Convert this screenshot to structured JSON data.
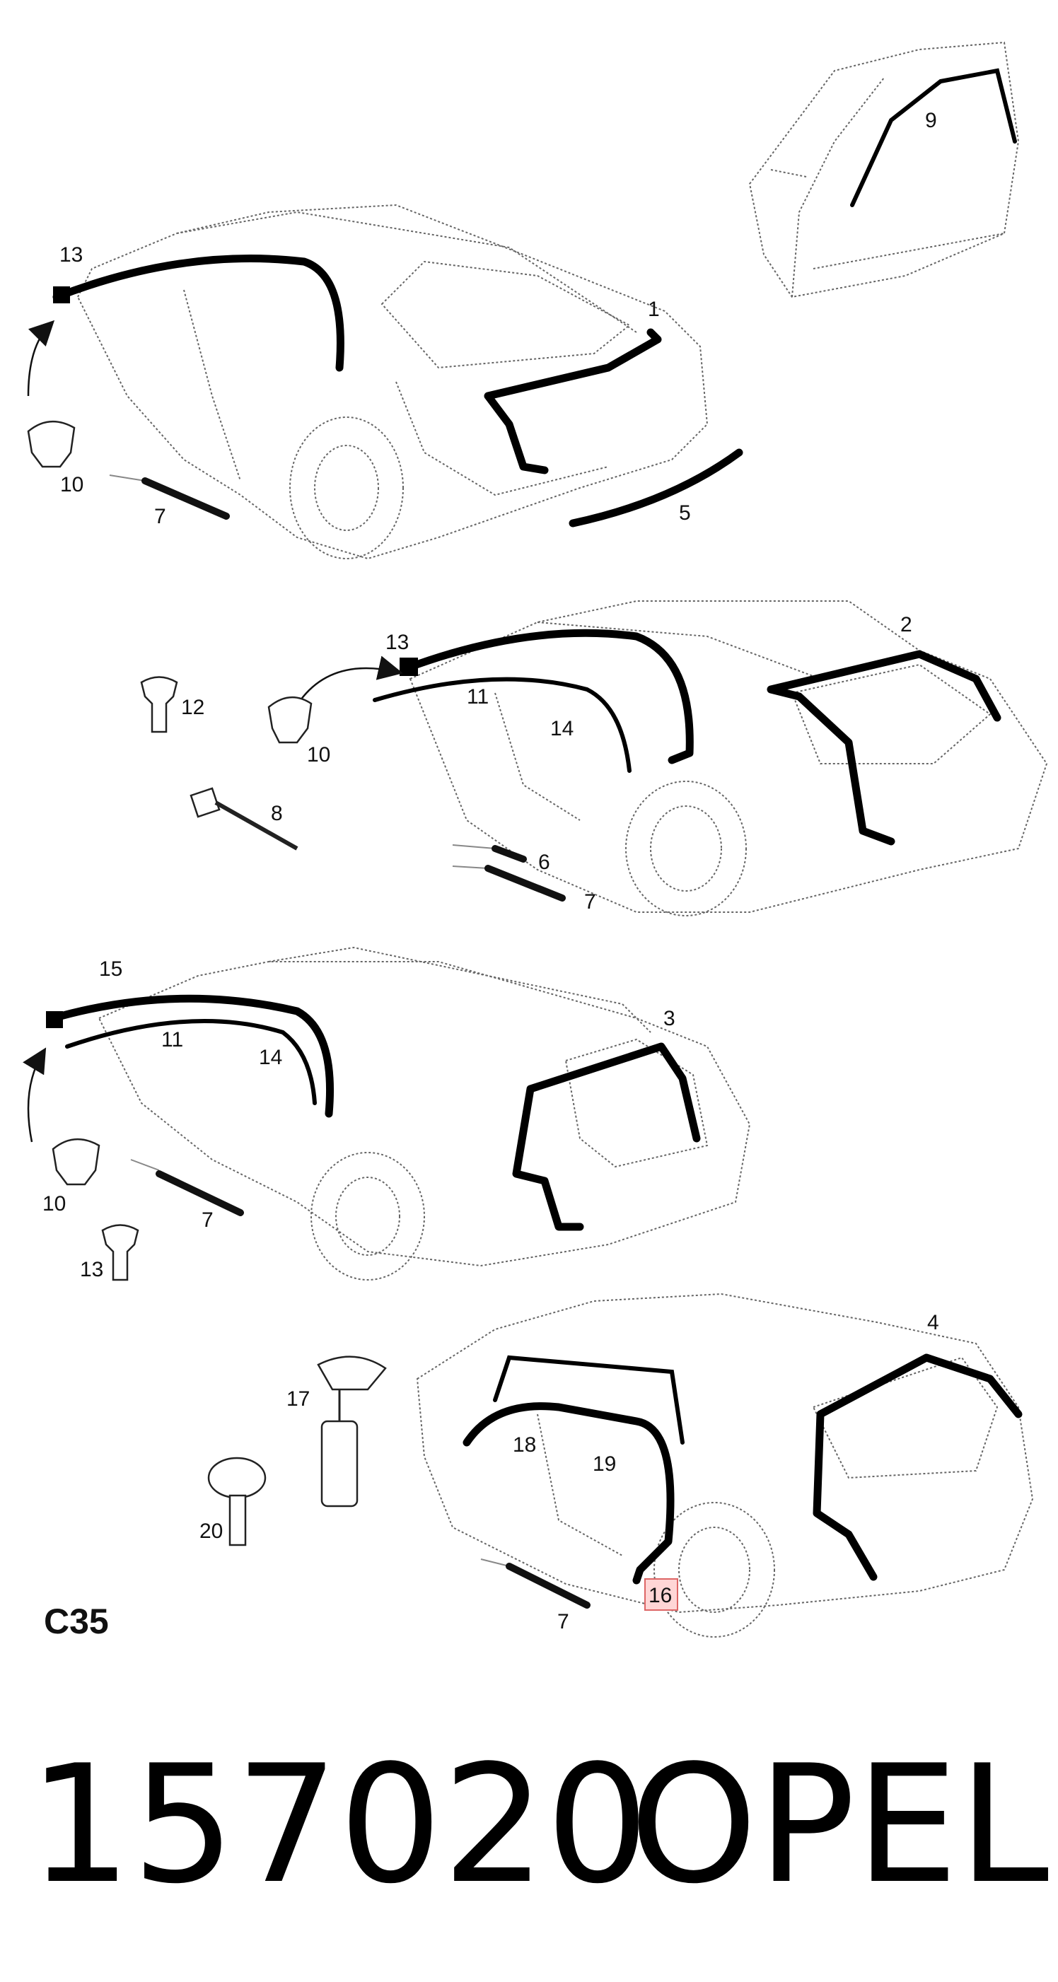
{
  "sheet_code": "C35",
  "part_number": "157020",
  "brand": "OPEL",
  "callouts": {
    "n1": "1",
    "n2": "2",
    "n3": "3",
    "n4": "4",
    "n5": "5",
    "n6": "6",
    "n7": "7",
    "n8": "8",
    "n9": "9",
    "n10": "10",
    "n11": "11",
    "n12": "12",
    "n13": "13",
    "n14": "14",
    "n15": "15",
    "n16": "16",
    "n17": "17",
    "n18": "18",
    "n19": "19",
    "n20": "20"
  },
  "colors": {
    "seal": "#000000",
    "outline": "#666666",
    "highlight": "#ffd6d6"
  }
}
